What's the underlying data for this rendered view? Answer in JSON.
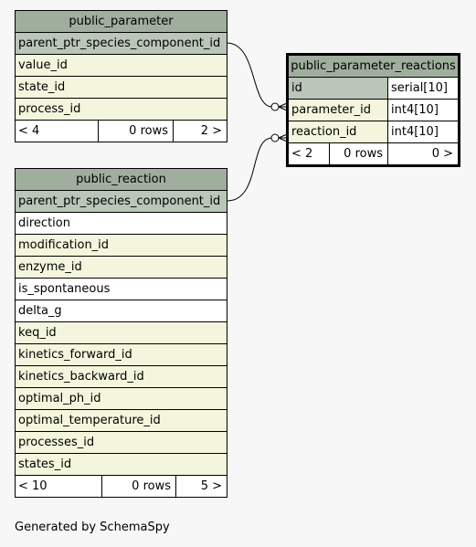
{
  "tables": {
    "public_parameter": {
      "name": "public_parameter",
      "columns": [
        "parent_ptr_species_component_id",
        "value_id",
        "state_id",
        "process_id"
      ],
      "footer": {
        "prev": "< 4",
        "rows": "0 rows",
        "next": "2 >"
      }
    },
    "public_reaction": {
      "name": "public_reaction",
      "columns": [
        "parent_ptr_species_component_id",
        "direction",
        "modification_id",
        "enzyme_id",
        "is_spontaneous",
        "delta_g",
        "keq_id",
        "kinetics_forward_id",
        "kinetics_backward_id",
        "optimal_ph_id",
        "optimal_temperature_id",
        "processes_id",
        "states_id"
      ],
      "footer": {
        "prev": "< 10",
        "rows": "0 rows",
        "next": "5 >"
      }
    },
    "public_parameter_reactions": {
      "name": "public_parameter_reactions",
      "columns": [
        {
          "name": "id",
          "type": "serial[10]"
        },
        {
          "name": "parameter_id",
          "type": "int4[10]"
        },
        {
          "name": "reaction_id",
          "type": "int4[10]"
        }
      ],
      "footer": {
        "prev": "< 2",
        "rows": "0 rows",
        "next": "0 >"
      }
    }
  },
  "credit": "Generated by SchemaSpy",
  "colors": {
    "header": "#a0ae9e",
    "primary_key": "#b9c6b8",
    "foreign_key": "#f3f6dc",
    "background": "#f7f7f7"
  }
}
